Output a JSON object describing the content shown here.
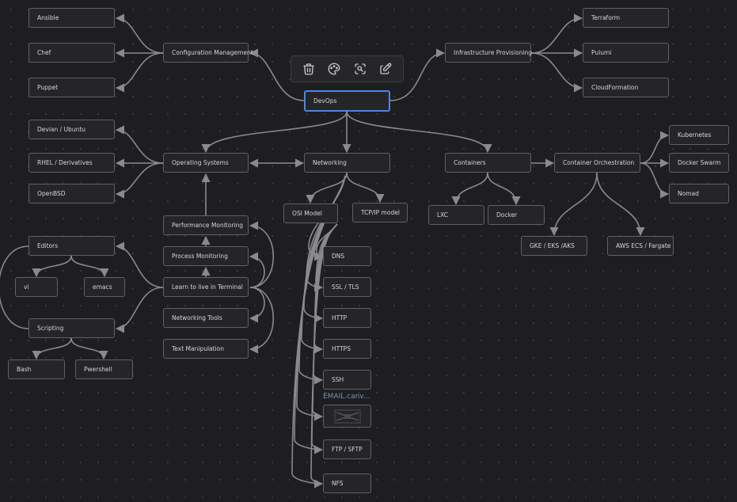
{
  "toolbar": {
    "buttons": [
      {
        "name": "delete-button",
        "icon": "trash-icon"
      },
      {
        "name": "color-button",
        "icon": "palette-icon"
      },
      {
        "name": "zoom-to-fit-button",
        "icon": "zoom-scan-icon"
      },
      {
        "name": "edit-button",
        "icon": "edit-icon"
      }
    ]
  },
  "colors": {
    "canvas": "#1e1e20",
    "node_border": "#616165",
    "selected_border": "#4a86e8",
    "edge": "#8a8a8e"
  },
  "nodes": {
    "devops": "DevOps",
    "config_mgmt": "Configuration Management",
    "ansible": "Ansible",
    "chef": "Chef",
    "puppet": "Puppet",
    "infra_prov": "Infrastructure Provisioning",
    "terraform": "Terraform",
    "pulumi": "Pulumi",
    "cloudformation": "CloudFormation",
    "os": "Operating Systems",
    "debian": "Devian / Ubuntu",
    "rhel": "RHEL / Derivatives",
    "openbsd": "OpenBSD",
    "networking": "Networking",
    "osi": "OSI Model",
    "tcpip": "TCP/IP model",
    "dns": "DNS",
    "ssl": "SSL / TLS",
    "http": "HTTP",
    "https": "HTTPS",
    "ssh": "SSH",
    "ftp": "FTP / SFTP",
    "nfs": "NFS",
    "containers": "Containers",
    "lxc": "LXC",
    "docker": "Docker",
    "orchestration": "Container Orchestration",
    "kubernetes": "Kubernetes",
    "swarm": "Docker Swarm",
    "nomad": "Nomad",
    "gke": "GKE / EKS /AKS",
    "ecs": "AWS ECS / Fargate",
    "perf": "Performance Monitoring",
    "process": "Process Monitoring",
    "terminal": "Learn to live in Terminal",
    "nettools": "Networking Tools",
    "textmanip": "Text Manipulation",
    "editors": "Editors",
    "vi": "vi",
    "emacs": "emacs",
    "scripting": "Scripting",
    "bash": "Bash",
    "pwsh": "Pwershell"
  },
  "embed": {
    "label": "EMAIL.canv...",
    "icon": "canvas-preview-icon"
  }
}
